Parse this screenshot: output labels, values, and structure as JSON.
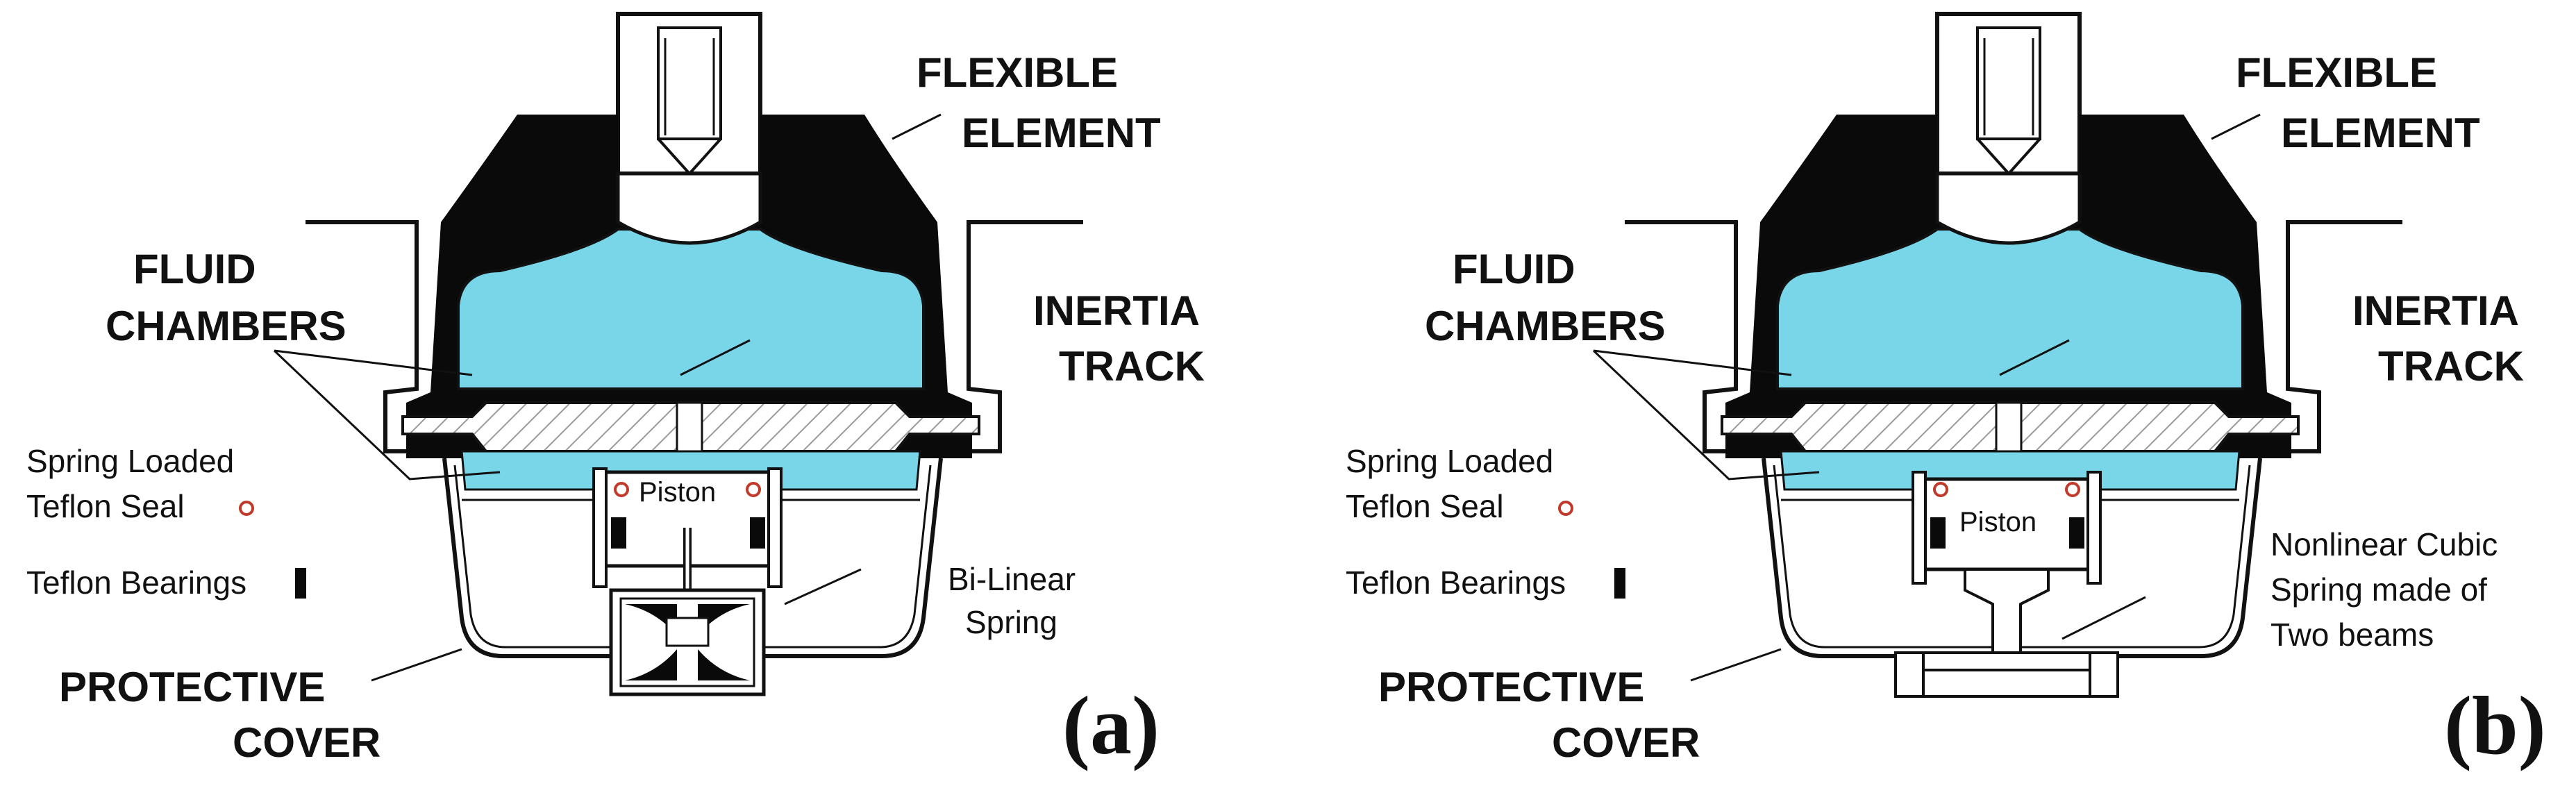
{
  "colors": {
    "fluid": "#79D5E8",
    "rubber": "#0a0a0a",
    "outline": "#111111",
    "seal": "#c0392b",
    "hatch": "#9a9a9a"
  },
  "panels": [
    {
      "id": "a",
      "panel_label": "(a)",
      "flexible_element": [
        "FLEXIBLE",
        "ELEMENT"
      ],
      "fluid_chambers": [
        "FLUID",
        "CHAMBERS"
      ],
      "inertia_track": [
        "INERTIA",
        "TRACK"
      ],
      "seal_label": [
        "Spring Loaded",
        "Teflon Seal"
      ],
      "bearings_label": "Teflon Bearings",
      "protective_cover": [
        "PROTECTIVE",
        "COVER"
      ],
      "piston": "Piston",
      "spring_label": [
        "Bi-Linear",
        "Spring"
      ]
    },
    {
      "id": "b",
      "panel_label": "(b)",
      "flexible_element": [
        "FLEXIBLE",
        "ELEMENT"
      ],
      "fluid_chambers": [
        "FLUID",
        "CHAMBERS"
      ],
      "inertia_track": [
        "INERTIA",
        "TRACK"
      ],
      "seal_label": [
        "Spring Loaded",
        "Teflon Seal"
      ],
      "bearings_label": "Teflon Bearings",
      "protective_cover": [
        "PROTECTIVE",
        "COVER"
      ],
      "piston": "Piston",
      "spring_label": [
        "Nonlinear Cubic",
        "Spring made of",
        "Two beams"
      ]
    }
  ]
}
